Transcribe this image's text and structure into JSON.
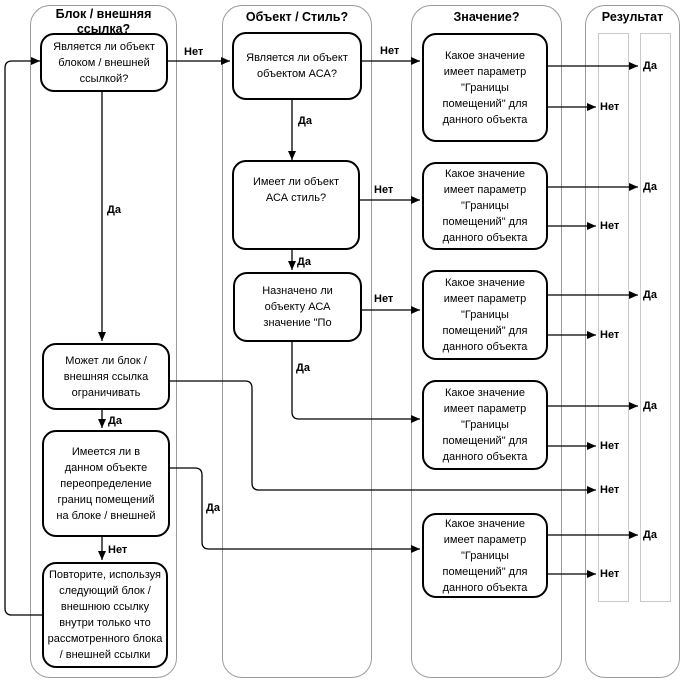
{
  "lanes": {
    "lane1": {
      "title_lines": [
        "Блок / внешняя",
        "ссылка?"
      ]
    },
    "lane2": {
      "title": "Объект / Стиль?"
    },
    "lane3": {
      "title": "Значение?"
    },
    "lane4": {
      "title": "Результат"
    }
  },
  "nodes": {
    "is_block_xref": [
      "Является ли объект",
      "блоком / внешней",
      "ссылкой?"
    ],
    "is_aca_object": [
      "Является ли объект",
      "объектом АСА?"
    ],
    "has_aca_style": [
      "Имеет ли объект",
      "АСА стиль?"
    ],
    "assigned_po": [
      "Назначено ли",
      "объекту АСА",
      "значение \"По"
    ],
    "can_limit": [
      "Может ли блок /",
      "внешняя ссылка",
      "ограничивать"
    ],
    "has_override": [
      "Имеется ли в",
      "данном объекте",
      "переопределение",
      "границ помещений",
      "на блоке / внешней"
    ],
    "repeat": [
      "Повторите, используя",
      "следующий блок /",
      "внешнюю ссылку",
      "внутри только что",
      "рассмотренного блока",
      "/ внешней ссылки"
    ],
    "value_question": [
      "Какое значение",
      "имеет параметр",
      "\"Границы",
      "помещений\" для",
      "данного объекта"
    ]
  },
  "labels": {
    "yes": "Да",
    "no": "Нет"
  },
  "colors": {
    "background": "#ffffff",
    "text": "#000000",
    "node_border": "#000000",
    "lane_border": "#9b9b9b",
    "result_column_border": "#c9c9c9"
  }
}
